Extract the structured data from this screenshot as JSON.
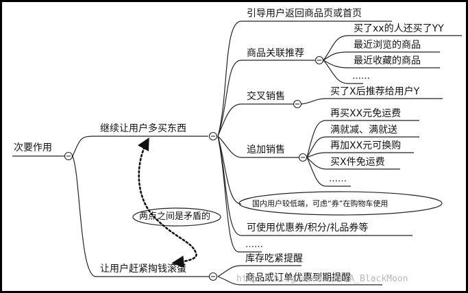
{
  "root": {
    "label": "次要作用"
  },
  "branches": {
    "buy_more": {
      "label": "继续让用户多买东西",
      "children": {
        "guide_back": {
          "label": "引导用户返回商品页或首页"
        },
        "related": {
          "label": "商品关联推荐",
          "items": [
            "买了xx的人还买了YY",
            "最近浏览的商品",
            "最近收藏的商品",
            "……"
          ]
        },
        "cross_sell": {
          "label": "交叉销售",
          "items": [
            "买了X后推荐给用户Y"
          ]
        },
        "upsell": {
          "label": "追加销售",
          "items": [
            "再买XX元免运费",
            "满就减、满就送",
            "再加XX元可换购",
            "买X件免运费",
            "……"
          ]
        },
        "note": "国内用户较低端，可虑“券”在购物车使用",
        "coupons": {
          "label": "可使用优惠券/积分/礼品券等"
        },
        "more": {
          "label": "……"
        }
      }
    },
    "pay_fast": {
      "label": "让用户赶紧掏钱滚蛋",
      "children": {
        "stock_alert": {
          "label": "库存吃紧提醒"
        },
        "promo_alert": {
          "label": "商品或订单优惠到期提醒"
        }
      }
    }
  },
  "contradiction": {
    "label": "两点之间是矛盾的"
  },
  "watermark": "http://blog.csdn.net/A_BlackMoon"
}
